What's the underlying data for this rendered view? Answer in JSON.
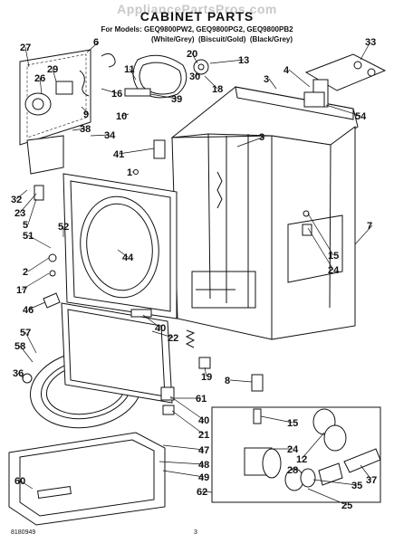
{
  "header": {
    "watermark": "AppliancePartsPros.com",
    "title": "CABINET PARTS",
    "models_line": "For Models: GEQ9800PW2, GEQ9800PG2, GEQ9800PB2",
    "colors_line": "(White/Grey)  (Biscuit/Gold)  (Black/Grey)"
  },
  "footer": {
    "doc_number": "8180949",
    "page_number": "3"
  },
  "callouts": [
    {
      "id": "c27",
      "label": "27"
    },
    {
      "id": "c6",
      "label": "6"
    },
    {
      "id": "c29",
      "label": "29"
    },
    {
      "id": "c26",
      "label": "26"
    },
    {
      "id": "c11",
      "label": "11"
    },
    {
      "id": "c20",
      "label": "20"
    },
    {
      "id": "c13",
      "label": "13"
    },
    {
      "id": "c33",
      "label": "33"
    },
    {
      "id": "c3a",
      "label": "3"
    },
    {
      "id": "c4",
      "label": "4"
    },
    {
      "id": "c30",
      "label": "30"
    },
    {
      "id": "c18",
      "label": "18"
    },
    {
      "id": "c16",
      "label": "16"
    },
    {
      "id": "c39",
      "label": "39"
    },
    {
      "id": "c10",
      "label": "10"
    },
    {
      "id": "c9",
      "label": "9"
    },
    {
      "id": "c54",
      "label": "54"
    },
    {
      "id": "c38",
      "label": "38"
    },
    {
      "id": "c34",
      "label": "34"
    },
    {
      "id": "c3b",
      "label": "3"
    },
    {
      "id": "c41",
      "label": "41"
    },
    {
      "id": "c1",
      "label": "1"
    },
    {
      "id": "c32",
      "label": "32"
    },
    {
      "id": "c23",
      "label": "23"
    },
    {
      "id": "c5",
      "label": "5"
    },
    {
      "id": "c52",
      "label": "52"
    },
    {
      "id": "c51",
      "label": "51"
    },
    {
      "id": "c7",
      "label": "7"
    },
    {
      "id": "c15a",
      "label": "15"
    },
    {
      "id": "c24a",
      "label": "24"
    },
    {
      "id": "c44",
      "label": "44"
    },
    {
      "id": "c2",
      "label": "2"
    },
    {
      "id": "c17",
      "label": "17"
    },
    {
      "id": "c46",
      "label": "46"
    },
    {
      "id": "c40a",
      "label": "40"
    },
    {
      "id": "c22",
      "label": "22"
    },
    {
      "id": "c57",
      "label": "57"
    },
    {
      "id": "c58",
      "label": "58"
    },
    {
      "id": "c36",
      "label": "36"
    },
    {
      "id": "c19",
      "label": "19"
    },
    {
      "id": "c8",
      "label": "8"
    },
    {
      "id": "c61",
      "label": "61"
    },
    {
      "id": "c40b",
      "label": "40"
    },
    {
      "id": "c21",
      "label": "21"
    },
    {
      "id": "c15b",
      "label": "15"
    },
    {
      "id": "c24b",
      "label": "24"
    },
    {
      "id": "c47",
      "label": "47"
    },
    {
      "id": "c48",
      "label": "48"
    },
    {
      "id": "c49",
      "label": "49"
    },
    {
      "id": "c12",
      "label": "12"
    },
    {
      "id": "c28",
      "label": "28"
    },
    {
      "id": "c35",
      "label": "35"
    },
    {
      "id": "c37",
      "label": "37"
    },
    {
      "id": "c25",
      "label": "25"
    },
    {
      "id": "c60",
      "label": "60"
    },
    {
      "id": "c62",
      "label": "62"
    }
  ]
}
